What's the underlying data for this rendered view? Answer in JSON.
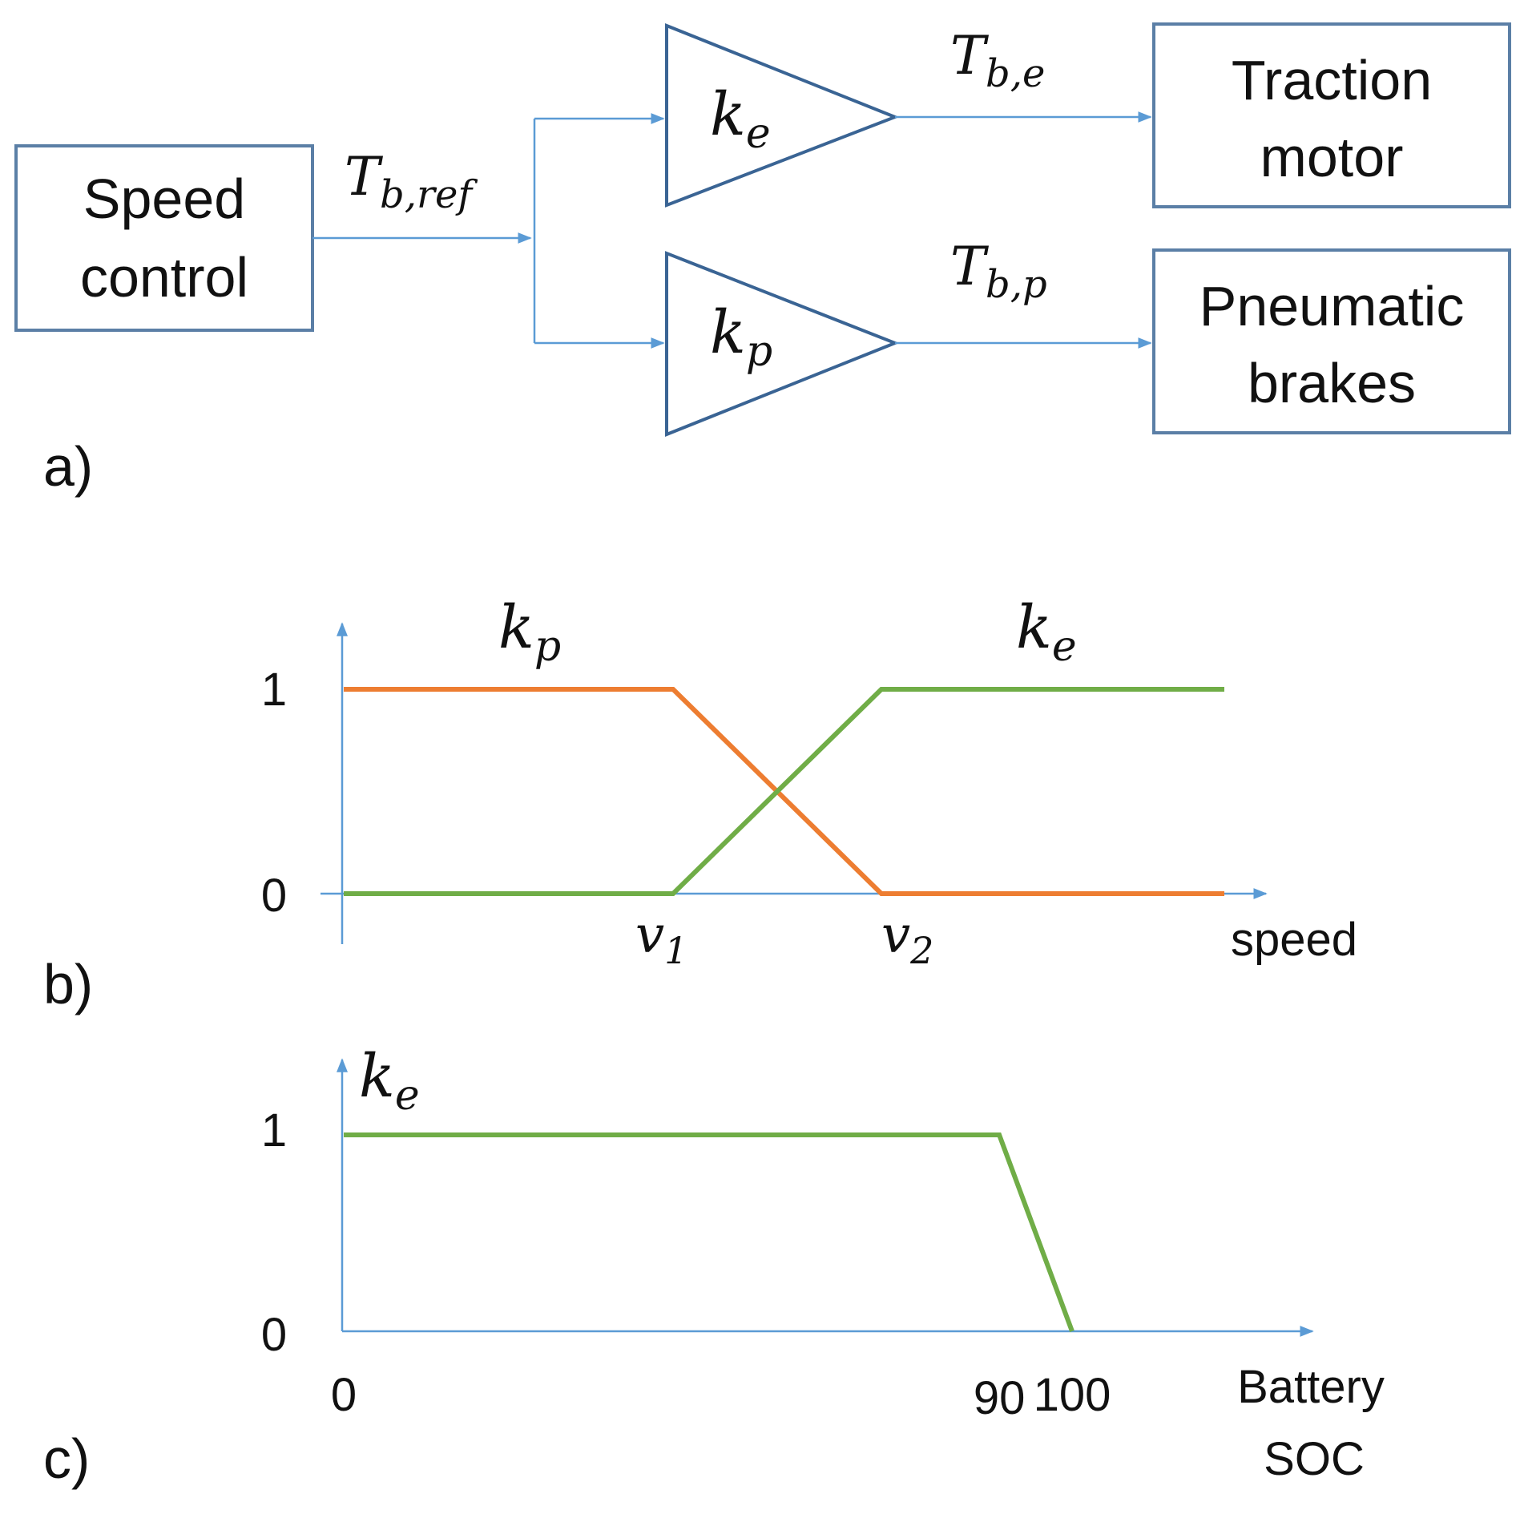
{
  "panels": {
    "a": {
      "label": "a)"
    },
    "b": {
      "label": "b)"
    },
    "c": {
      "label": "c)"
    }
  },
  "diagram": {
    "speed_control": [
      "Speed",
      "control"
    ],
    "traction_motor": [
      "Traction",
      "motor"
    ],
    "pneumatic_brakes": [
      "Pneumatic",
      "brakes"
    ],
    "gain_e": {
      "base": "k",
      "sub": "e"
    },
    "gain_p": {
      "base": "k",
      "sub": "p"
    },
    "signal_ref": {
      "base": "T",
      "sub": "b,ref"
    },
    "signal_e": {
      "base": "T",
      "sub": "b,e"
    },
    "signal_p": {
      "base": "T",
      "sub": "b,p"
    }
  },
  "chart_data": [
    {
      "type": "line",
      "panel": "b",
      "xlabel": "speed",
      "x_ticks": [
        {
          "base": "v",
          "sub": "1"
        },
        {
          "base": "v",
          "sub": "2"
        }
      ],
      "y_ticks": [
        "0",
        "1"
      ],
      "series": [
        {
          "name": "kp",
          "label": {
            "base": "k",
            "sub": "p"
          },
          "color": "#ed7d31",
          "points": [
            [
              "0",
              1
            ],
            [
              "v1",
              1
            ],
            [
              "v2",
              0
            ],
            [
              "end",
              0
            ]
          ]
        },
        {
          "name": "ke",
          "label": {
            "base": "k",
            "sub": "e"
          },
          "color": "#70ad47",
          "points": [
            [
              "0",
              0
            ],
            [
              "v1",
              0
            ],
            [
              "v2",
              1
            ],
            [
              "end",
              1
            ]
          ]
        }
      ]
    },
    {
      "type": "line",
      "panel": "c",
      "xlabel": [
        "Battery",
        "SOC"
      ],
      "ylabel": {
        "base": "k",
        "sub": "e"
      },
      "x_ticks": [
        "0",
        "90",
        "100"
      ],
      "y_ticks": [
        "0",
        "1"
      ],
      "series": [
        {
          "color": "#70ad47",
          "points": [
            [
              0,
              1
            ],
            [
              90,
              1
            ],
            [
              100,
              0
            ]
          ]
        }
      ]
    }
  ]
}
